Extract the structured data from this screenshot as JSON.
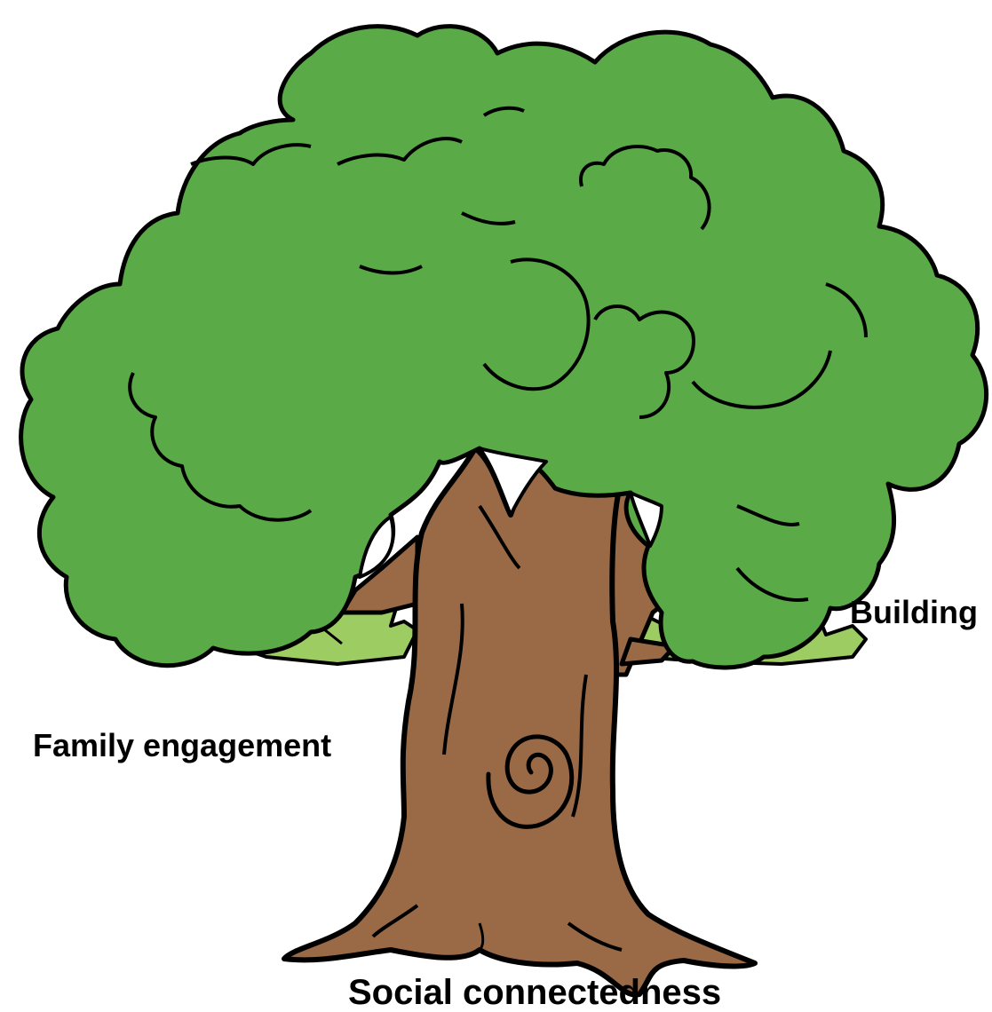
{
  "labels": {
    "left": "Family engagement",
    "right": "Building",
    "bottom": "Social connectedness"
  },
  "colors": {
    "canopy": "#5aaa47",
    "trunk": "#9a6a46",
    "grass": "#9dcc63",
    "outline": "#000000",
    "background": "#ffffff"
  }
}
